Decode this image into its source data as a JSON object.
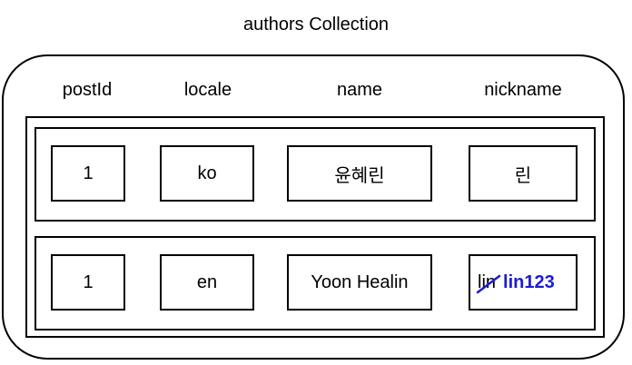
{
  "title": "authors Collection",
  "headers": {
    "postId": "postId",
    "locale": "locale",
    "name": "name",
    "nickname": "nickname"
  },
  "documents": [
    {
      "postId": "1",
      "locale": "ko",
      "name": "윤혜린",
      "nickname": "린"
    },
    {
      "postId": "1",
      "locale": "en",
      "name": "Yoon Healin",
      "nickname_old": "lin",
      "nickname_new": "lin123"
    }
  ],
  "colors": {
    "border": "#000000",
    "new_value": "#1c1cd6",
    "strike": "#1c1cd6"
  }
}
